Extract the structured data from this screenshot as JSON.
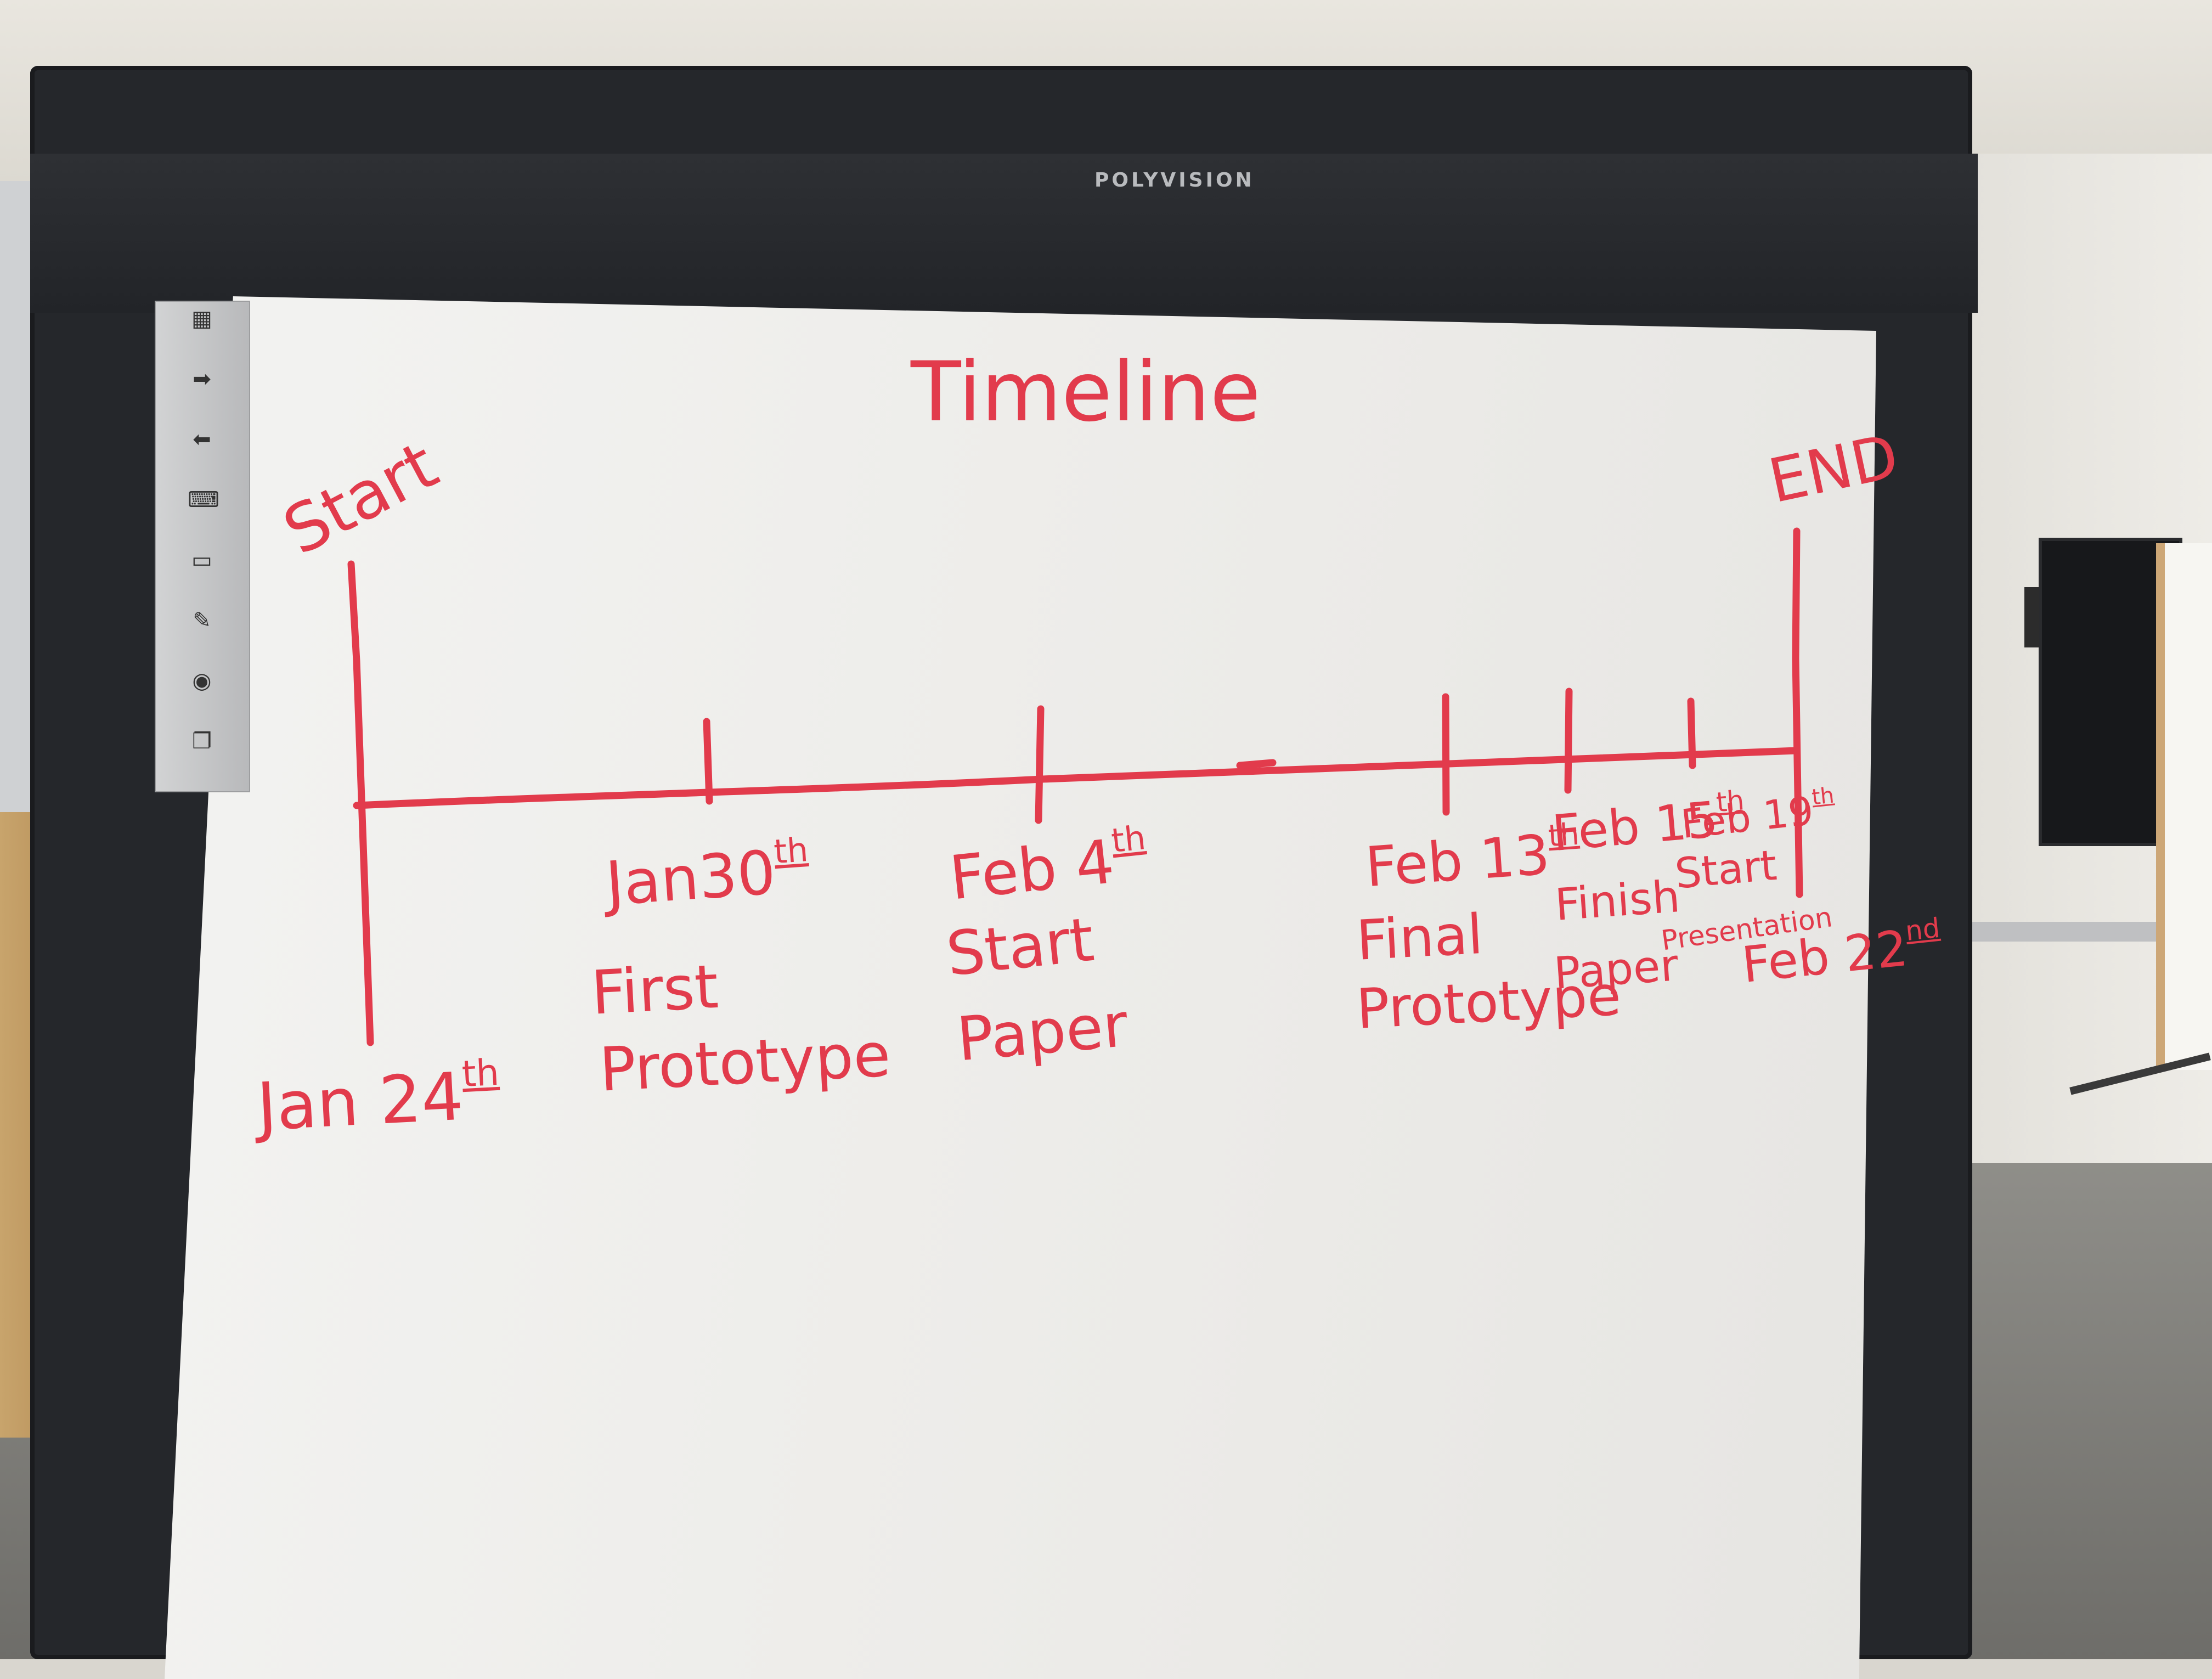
{
  "brand": "POLYVISION",
  "board": {
    "title": "Timeline",
    "start_label": "Start",
    "end_label": "END",
    "milestones": [
      {
        "date": "Jan 24",
        "suffix": "th",
        "lines": []
      },
      {
        "date": "Jan30",
        "suffix": "th",
        "lines": [
          "First",
          "Prototype"
        ]
      },
      {
        "date": "Feb 4",
        "suffix": "th",
        "lines": [
          "Start",
          "Paper"
        ]
      },
      {
        "date": "Feb 13",
        "suffix": "th",
        "lines": [
          "Final",
          "Prototype"
        ]
      },
      {
        "date": "Feb 15",
        "suffix": "th",
        "lines": [
          "Finish",
          "Paper"
        ]
      },
      {
        "date": "Feb 19",
        "suffix": "th",
        "lines": [
          "Start",
          "Presentation"
        ]
      },
      {
        "date": "Feb 22",
        "suffix": "nd",
        "lines": []
      }
    ]
  },
  "colors": {
    "ink": "#e23b4c",
    "frame": "#25272b",
    "board": "#f0f0ee"
  },
  "toolbar_icons": [
    "grid-icon",
    "arrow-right-icon",
    "arrow-left-icon",
    "keyboard-icon",
    "monitor-icon",
    "pen-icon",
    "camera-icon",
    "windows-icon"
  ]
}
